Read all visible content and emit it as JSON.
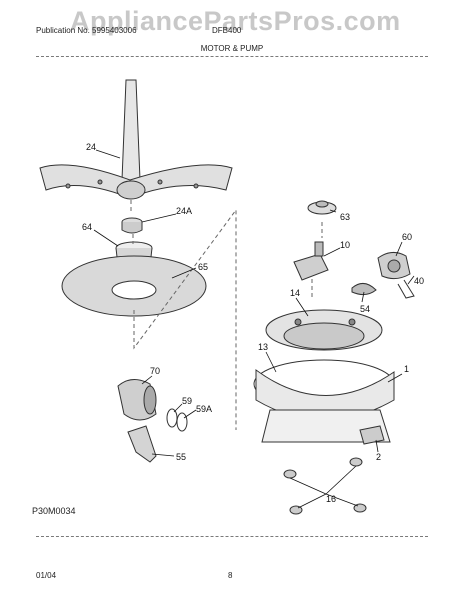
{
  "watermark": "AppliancePartsPros.com",
  "header": {
    "left": "Publication No. 5995403006",
    "right": "DFB400",
    "subtitle": "MOTOR & PUMP"
  },
  "diagram_code": "P30M0034",
  "footer": {
    "date": "01/04",
    "page": "8"
  },
  "callouts": {
    "c24": "24",
    "c24a": "24A",
    "c64": "64",
    "c65": "65",
    "c63": "63",
    "c10": "10",
    "c60": "60",
    "c40": "40",
    "c14": "14",
    "c54": "54",
    "c13": "13",
    "c1": "1",
    "c70": "70",
    "c59": "59",
    "c59a": "59A",
    "c55": "55",
    "c2": "2",
    "c16": "16"
  }
}
